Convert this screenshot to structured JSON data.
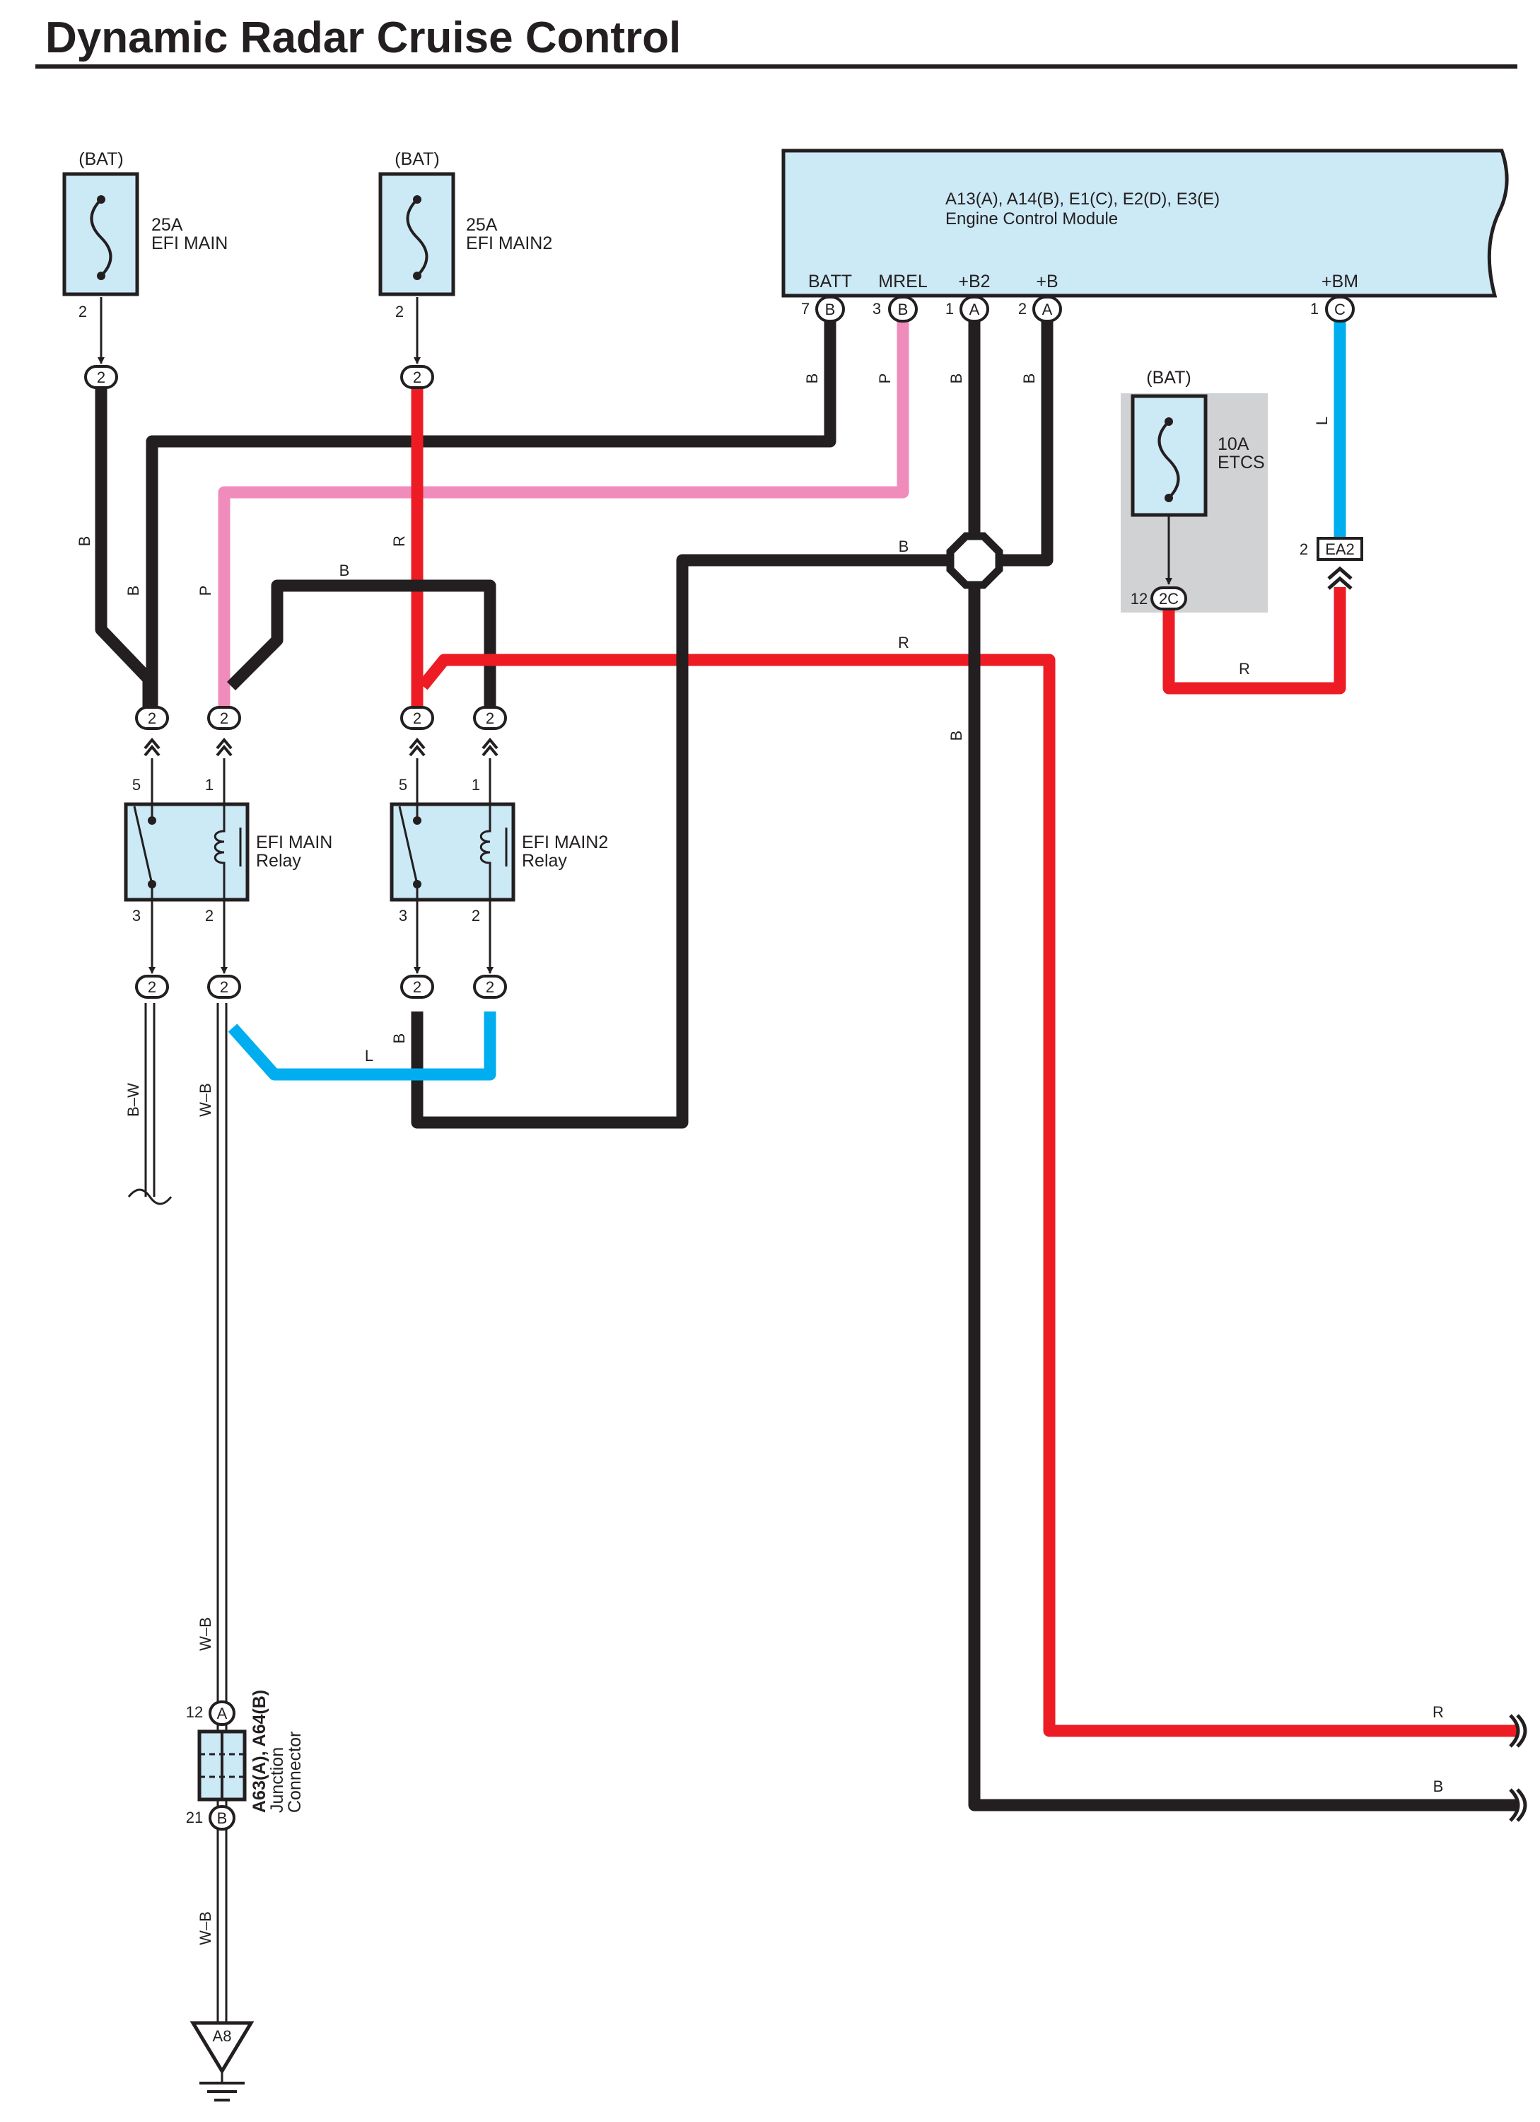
{
  "title": "Dynamic Radar Cruise Control",
  "colors": {
    "B": "#231f20",
    "R": "#ed1c24",
    "P": "#f08cbc",
    "L": "#00aeef",
    "component_fill": "#cce9f6",
    "shaded_area": "#d1d2d4"
  },
  "ecm": {
    "connectors": "A13(A), A14(B), E1(C), E2(D), E3(E)",
    "name": "Engine Control Module",
    "terminals": [
      {
        "name": "BATT",
        "pin": "7",
        "conn": "B"
      },
      {
        "name": "MREL",
        "pin": "3",
        "conn": "B"
      },
      {
        "name": "+B2",
        "pin": "1",
        "conn": "A"
      },
      {
        "name": "+B",
        "pin": "2",
        "conn": "A"
      },
      {
        "name": "+BM",
        "pin": "1",
        "conn": "C"
      }
    ]
  },
  "fuses": [
    {
      "source": "(BAT)",
      "rating": "25A",
      "name": "EFI MAIN",
      "pin": "2",
      "conn": "2"
    },
    {
      "source": "(BAT)",
      "rating": "25A",
      "name": "EFI MAIN2",
      "pin": "2",
      "conn": "2"
    },
    {
      "source": "(BAT)",
      "rating": "10A",
      "name": "ETCS",
      "pin": "12",
      "conn": "2C"
    }
  ],
  "relays": [
    {
      "name": "EFI MAIN",
      "suffix": "Relay",
      "pins": [
        "5",
        "1",
        "3",
        "2"
      ],
      "conn": "2"
    },
    {
      "name": "EFI MAIN2",
      "suffix": "Relay",
      "pins": [
        "5",
        "1",
        "3",
        "2"
      ],
      "conn": "2"
    }
  ],
  "ea2": {
    "pin": "2",
    "label": "EA2"
  },
  "junction": {
    "label1": "A63(A), A64(B)",
    "label2": "Junction",
    "label3": "Connector",
    "pin_top": "12",
    "conn_top": "A",
    "pin_bottom": "21",
    "conn_bottom": "B"
  },
  "ground": {
    "label": "A8"
  },
  "wire_labels": {
    "B": "B",
    "R": "R",
    "P": "P",
    "L": "L",
    "BW": "B–W",
    "WB": "W–B"
  }
}
